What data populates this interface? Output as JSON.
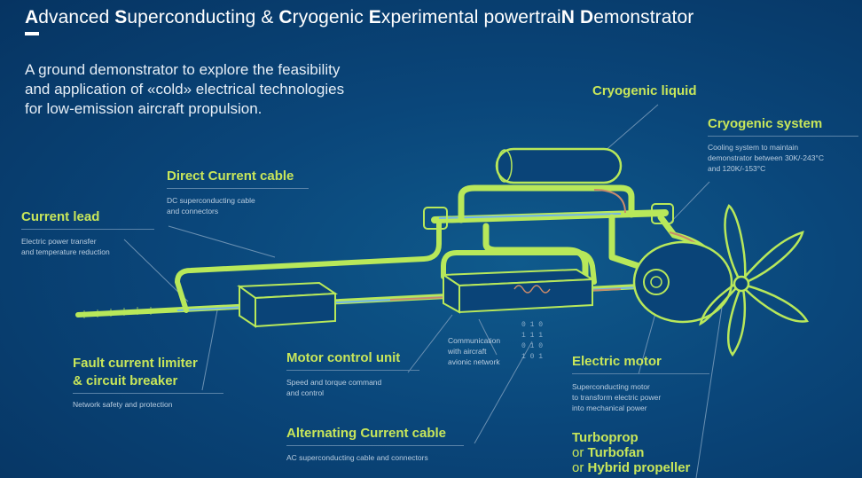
{
  "title": {
    "a1": "A",
    "a2": "dvanced ",
    "s1": "S",
    "s2": "uperconducting & ",
    "c1": "C",
    "c2": "ryogenic ",
    "e1": "E",
    "e2": "xperimental powertrai",
    "n1": "N",
    "n2": " ",
    "d1": "D",
    "d2": "emonstrator"
  },
  "subtitle": {
    "line1": "A ground demonstrator to explore the feasibility",
    "line2": "and application of «cold» electrical technologies",
    "line3": "for low-emission aircraft propulsion."
  },
  "labels": {
    "cryogenic_liquid": "Cryogenic liquid",
    "cryogenic_system": {
      "title": "Cryogenic system",
      "desc1": "Cooling system to maintain",
      "desc2": "demonstrator between 30K/-243°C",
      "desc3": "and 120K/-153°C"
    },
    "dc_cable": {
      "title": "Direct Current cable",
      "desc1": "DC superconducting cable",
      "desc2": "and connectors"
    },
    "current_lead": {
      "title": "Current lead",
      "desc1": "Electric power transfer",
      "desc2": "and temperature reduction"
    },
    "fault_limiter": {
      "title1": "Fault current limiter",
      "title2": "& circuit breaker",
      "desc": "Network safety and protection"
    },
    "motor_control": {
      "title": "Motor control unit",
      "desc1": "Speed and torque command",
      "desc2": "and control"
    },
    "communication": {
      "line1": "Communication",
      "line2": "with aircraft",
      "line3": "avionic network"
    },
    "electric_motor": {
      "title": "Electric motor",
      "desc1": "Superconducting motor",
      "desc2": "to transform electric power",
      "desc3": "into mechanical power"
    },
    "ac_cable": {
      "title": "Alternating Current cable",
      "desc": "AC superconducting cable and connectors"
    },
    "propulsor": {
      "line1": "Turboprop",
      "line2a": "or ",
      "line2b": "Turbofan",
      "line3a": "or ",
      "line3b": "Hybrid propeller"
    }
  },
  "colors": {
    "accent": "#c8e65a",
    "tube": "#b8e85a",
    "cold_line": "#6fb4ec",
    "warm_line": "#c98a6a",
    "background": "#0a467a"
  }
}
